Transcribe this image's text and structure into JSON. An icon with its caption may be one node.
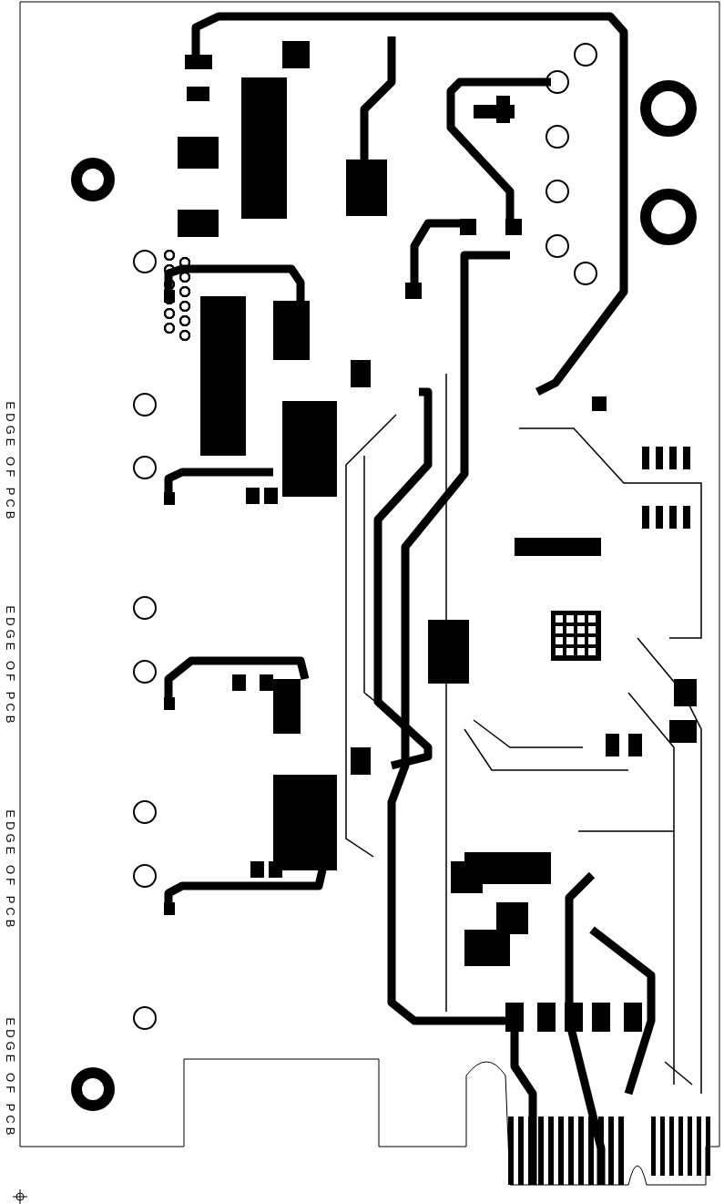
{
  "diagram": {
    "labels": [
      "EDGE OF PCB",
      "EDGE OF PCB",
      "EDGE OF PCB",
      "EDGE OF PCB"
    ]
  }
}
